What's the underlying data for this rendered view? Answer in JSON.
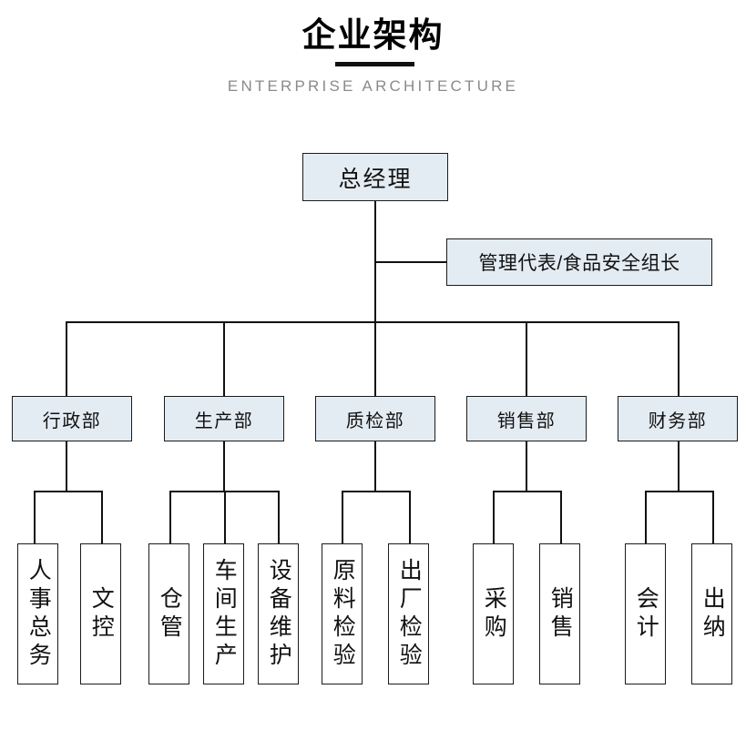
{
  "header": {
    "title": "企业架构",
    "subtitle": "ENTERPRISE ARCHITECTURE"
  },
  "colors": {
    "box_fill": "#e4ecf3",
    "box_border": "#1b1b1b",
    "line": "#111111",
    "subtitle_text": "#8a8a8a",
    "title_text": "#000000",
    "background": "#ffffff"
  },
  "org": {
    "root": {
      "label": "总经理"
    },
    "staff": {
      "label": "管理代表/食品安全组长"
    },
    "departments": [
      {
        "label": "行政部",
        "children": [
          {
            "label": "人事总务"
          },
          {
            "label": "文控"
          }
        ]
      },
      {
        "label": "生产部",
        "children": [
          {
            "label": "仓管"
          },
          {
            "label": "车间生产"
          },
          {
            "label": "设备维护"
          }
        ]
      },
      {
        "label": "质检部",
        "children": [
          {
            "label": "原料检验"
          },
          {
            "label": "出厂检验"
          }
        ]
      },
      {
        "label": "销售部",
        "children": [
          {
            "label": "采购"
          },
          {
            "label": "销售"
          }
        ]
      },
      {
        "label": "财务部",
        "children": [
          {
            "label": "会计"
          },
          {
            "label": "出纳"
          }
        ]
      }
    ]
  }
}
